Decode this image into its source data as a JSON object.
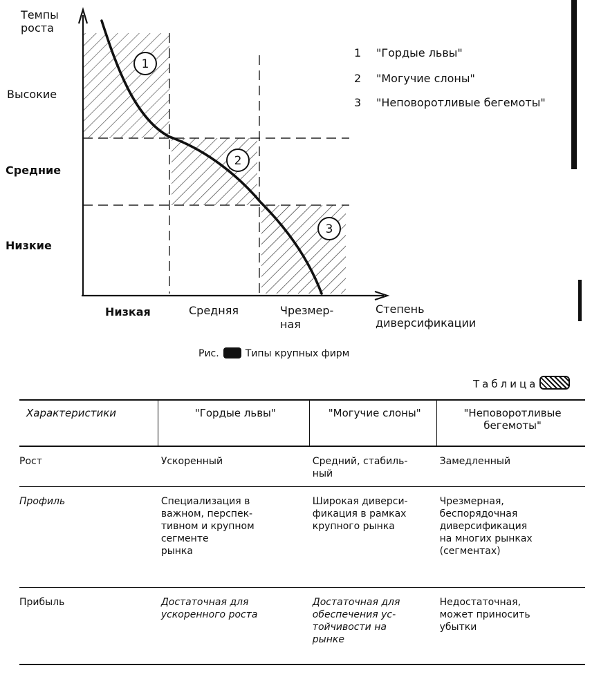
{
  "figure": {
    "y_axis_title": "Темпы\nроста",
    "y_levels": [
      "Высокие",
      "Средние",
      "Низкие"
    ],
    "x_levels": [
      "Низкая",
      "Средняя",
      "Чрезмер-\nная"
    ],
    "x_axis_title": "Степень\nдиверсификации",
    "regions": [
      {
        "marker": "1",
        "label": "\"Гордые львы\""
      },
      {
        "marker": "2",
        "label": "\"Могучие слоны\""
      },
      {
        "marker": "3",
        "label": "\"Неповоротливые бегемоты\""
      }
    ],
    "caption_prefix": "Рис.",
    "caption_text": "Типы крупных фирм"
  },
  "table": {
    "title": "Таблица",
    "headers": [
      "Характеристики",
      "\"Гордые львы\"",
      "\"Могучие слоны\"",
      "\"Неповоротливые\nбегемоты\""
    ],
    "rows": [
      {
        "label": "Рост",
        "cells": [
          "Ускоренный",
          "Средний, стабиль-\nный",
          "Замедленный"
        ]
      },
      {
        "label": "Профиль",
        "cells": [
          "Специализация в\nважном, перспек-\nтивном и крупном\nсегменте\nрынка",
          "Широкая диверси-\nфикация в рамках\nкрупного рынка",
          "Чрезмерная,\nбеспорядочная\nдиверсификация\nна многих рынках\n(сегментах)"
        ]
      },
      {
        "label": "Прибыль",
        "cells": [
          "Достаточная для\nускоренного роста",
          "Достаточная для\nобеспечения ус-\nтойчивости на\nрынке",
          "Недостаточная,\nможет приносить\nубытки"
        ]
      }
    ]
  }
}
